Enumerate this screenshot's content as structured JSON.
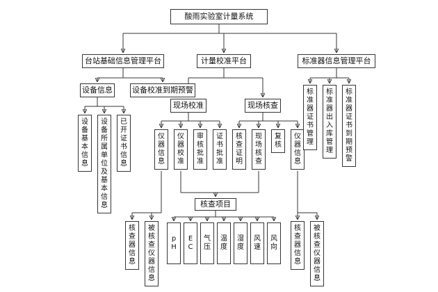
{
  "diagram": {
    "nodes": {
      "root": "酸雨实验室计量系统",
      "station_platform": "台站基础信息管理平台",
      "calibration_platform": "计量校准平台",
      "standard_platform": "标准器信息管理平台",
      "device_info": "设备信息",
      "device_cal_expiry_warning": "设备校准到期预警",
      "device_basic_info": "设备基本信息",
      "device_unit_basic_info": "设备所属单位及基本信息",
      "issued_certificate_info": "已开证书信息",
      "onsite_calibration": "现场校准",
      "onsite_verification": "现场核查",
      "cal_instrument_info": "仪器信息",
      "cal_instrument_calibration": "仪器校准",
      "cal_review_approval": "审核批准",
      "cal_certificate_approval": "证书批准",
      "ver_verification_proof": "核查证明",
      "ver_onsite_verification": "现场核查",
      "ver_recheck": "复核",
      "ver_instrument_info": "仪器信息",
      "std_certificate_mgmt": "标准器证书管理",
      "std_inout_storage_mgmt": "标准器出入库管理",
      "std_cert_expiry_warning": "标准器证书到期预警",
      "verification_items": "核查项目",
      "left_checker_info": "核查器信息",
      "left_checked_instrument_info": "被核查仪器信息",
      "right_checker_info": "核查器信息",
      "right_checked_instrument_info": "被核查仪器信息"
    },
    "verification_item_list": [
      "pH",
      "EC",
      "气压",
      "温度",
      "湿度",
      "风速",
      "风向"
    ],
    "colors": {
      "line": "#333333",
      "box_border": "#333333",
      "box_background": "#ffffff",
      "text": "#111111",
      "page_background": "#ffffff"
    }
  }
}
